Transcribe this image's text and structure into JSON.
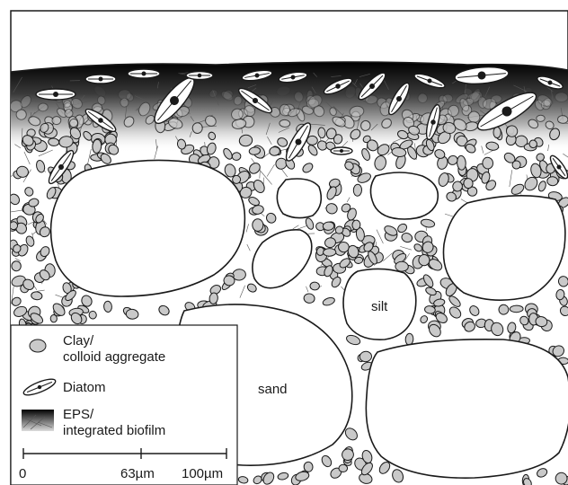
{
  "labels": {
    "sand": "sand",
    "silt": "silt"
  },
  "legend": {
    "clay_line1": "Clay/",
    "clay_line2": "colloid aggregate",
    "diatom": "Diatom",
    "eps_line1": "EPS/",
    "eps_line2": "integrated biofilm",
    "icons": [
      "clay-aggregate-icon",
      "diatom-icon",
      "eps-biofilm-icon"
    ]
  },
  "scale": {
    "tick0": "0",
    "tick1": "63µm",
    "tick2": "100µm"
  },
  "colors": {
    "grain_fill": "#c9c9c9",
    "outline": "#1a1a1a",
    "biofilm_dark": "#0a0a0a"
  }
}
